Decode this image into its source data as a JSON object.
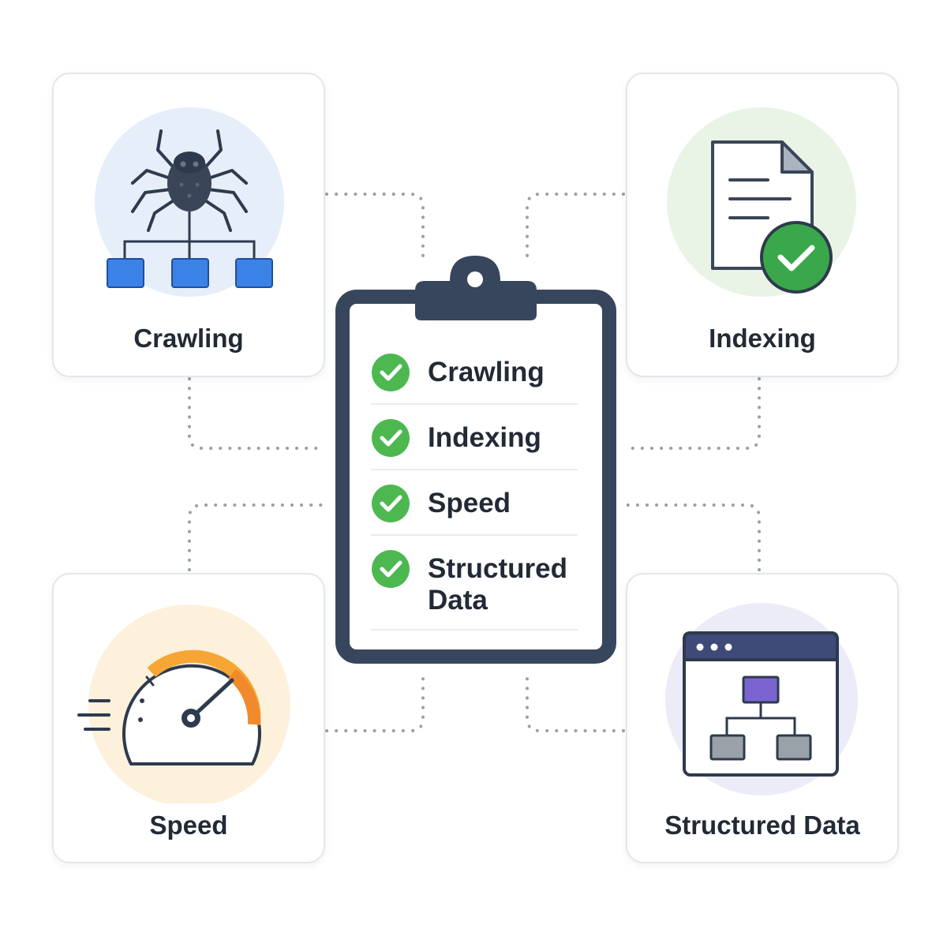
{
  "cards": {
    "crawling": {
      "label": "Crawling",
      "icon": "spider-sitemap-icon"
    },
    "indexing": {
      "label": "Indexing",
      "icon": "indexed-document-icon"
    },
    "speed": {
      "label": "Speed",
      "icon": "speedometer-icon"
    },
    "structured": {
      "label": "Structured Data",
      "icon": "structured-data-window-icon"
    }
  },
  "checklist": {
    "icon": "clipboard-icon",
    "items": [
      {
        "label": "Crawling",
        "checked": true
      },
      {
        "label": "Indexing",
        "checked": true
      },
      {
        "label": "Speed",
        "checked": true
      },
      {
        "label": "Structured\nData",
        "checked": true
      }
    ]
  },
  "colors": {
    "navy": "#37465c",
    "check_green": "#4cb84f",
    "node_blue": "#3b82e6",
    "gauge_orange": "#f7a534",
    "node_purple": "#7a64d2",
    "node_gray": "#9aa1a9",
    "connector_gray": "#9aa0a6"
  }
}
